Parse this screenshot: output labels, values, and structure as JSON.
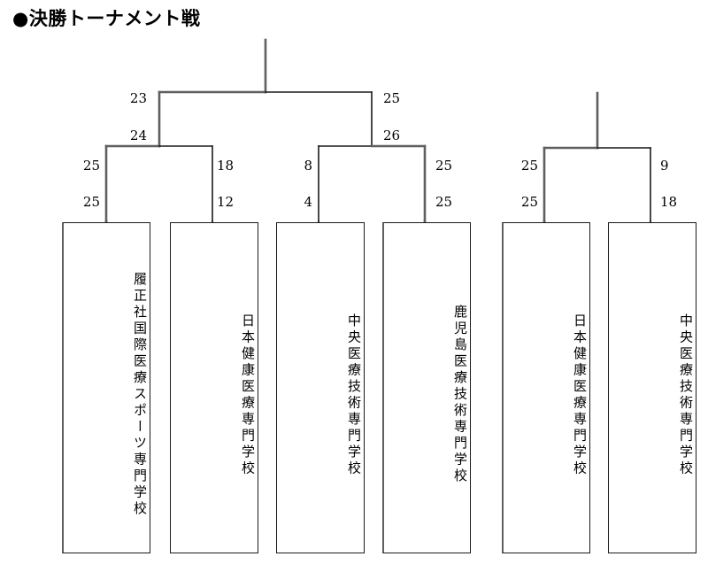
{
  "title": "●決勝トーナメント戦",
  "colors": {
    "line_loser": "#1a1a1a",
    "line_winner": "#5f5f5f",
    "background": "#ffffff",
    "text": "#000000"
  },
  "chart_data": {
    "type": "bracket",
    "title": "●決勝トーナメント戦",
    "teams": [
      "履正社国際医療スポーツ専門学校",
      "日本健康医療専門学校",
      "中央医療技術専門学校",
      "鹿児島医療技術専門学校",
      "日本健康医療専門学校",
      "中央医療技術専門学校"
    ],
    "matches": [
      {
        "round": "semifinal-1",
        "left_team": "履正社国際医療スポーツ専門学校",
        "right_team": "日本健康医療専門学校",
        "left_sets": [
          "25",
          "25"
        ],
        "right_sets": [
          "18",
          "12"
        ],
        "winner": "left"
      },
      {
        "round": "semifinal-2",
        "left_team": "中央医療技術専門学校",
        "right_team": "鹿児島医療技術専門学校",
        "left_sets": [
          "8",
          "4"
        ],
        "right_sets": [
          "25",
          "25"
        ],
        "winner": "right"
      },
      {
        "round": "final",
        "left_team": "履正社国際医療スポーツ専門学校",
        "right_team": "鹿児島医療技術専門学校",
        "left_sets": [
          "23",
          "24"
        ],
        "right_sets": [
          "25",
          "26"
        ],
        "winner": "right"
      },
      {
        "round": "third-place",
        "left_team": "日本健康医療専門学校",
        "right_team": "中央医療技術専門学校",
        "left_sets": [
          "25",
          "25"
        ],
        "right_sets": [
          "9",
          "18"
        ],
        "winner": "left"
      }
    ]
  },
  "boxes": [
    {
      "id": "box-1",
      "team": "履正社国際医療スポーツ専門学校"
    },
    {
      "id": "box-2",
      "team": "日本健康医療専門学校"
    },
    {
      "id": "box-3",
      "team": "中央医療技術専門学校"
    },
    {
      "id": "box-4",
      "team": "鹿児島医療技術専門学校"
    },
    {
      "id": "box-5",
      "team": "日本健康医療専門学校"
    },
    {
      "id": "box-6",
      "team": "中央医療技術専門学校"
    }
  ],
  "scores": {
    "final_left_set1": "23",
    "final_left_set2": "24",
    "final_right_set1": "25",
    "final_right_set2": "26",
    "sf1_left_set1": "25",
    "sf1_left_set2": "25",
    "sf1_right_set1": "18",
    "sf1_right_set2": "12",
    "sf2_left_set1": "8",
    "sf2_left_set2": "4",
    "sf2_right_set1": "25",
    "sf2_right_set2": "25",
    "tp_left_set1": "25",
    "tp_left_set2": "25",
    "tp_right_set1": "9",
    "tp_right_set2": "18"
  }
}
